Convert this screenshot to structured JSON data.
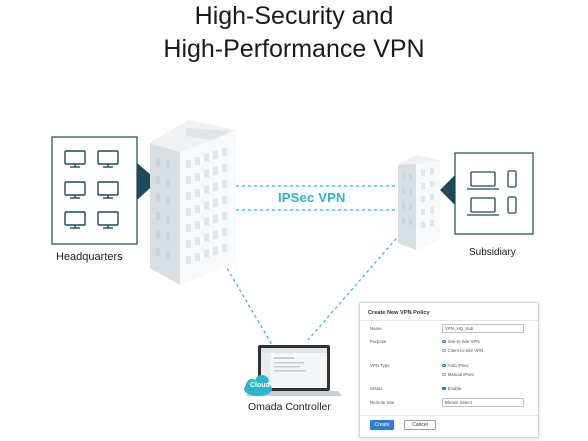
{
  "header": {
    "title_line1": "High-Security and",
    "title_line2": "High-Performance VPN"
  },
  "diagram": {
    "link_label": "IPSec VPN",
    "headquarters_label": "Headquarters",
    "subsidiary_label": "Subsidiary",
    "controller_label": "Omada Controller",
    "cloud_label": "Cloud"
  },
  "dialog": {
    "title": "Create New VPN Policy",
    "name_label": "Name",
    "name_value": "VPN_HQ_Sub",
    "purpose_label": "Purpose",
    "purpose_options": [
      "Site-to-Site VPN",
      "Client-to-Site VPN"
    ],
    "vpn_type_label": "VPN Type",
    "vpn_type_options": [
      "Auto IPsec",
      "Manual IPsec"
    ],
    "status_label": "Status",
    "status_value": "Enable",
    "remote_site_label": "Remote Site",
    "remote_site_placeholder": "Please Select",
    "create_button": "Create",
    "cancel_button": "Cancel"
  },
  "colors": {
    "accent": "#2bb6c9",
    "panel_dark": "#1d4a5a",
    "primary_button": "#2a7fd4"
  }
}
